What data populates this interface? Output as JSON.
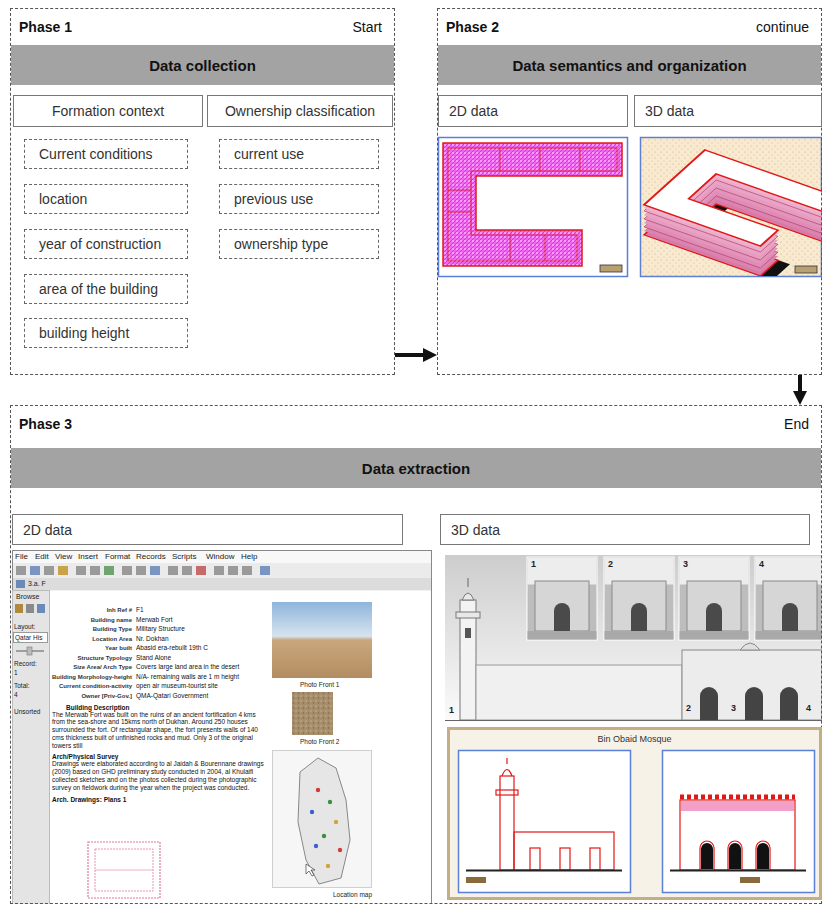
{
  "diagram": {
    "nodes": [
      {
        "text": [
          "Phase 1",
          "Start"
        ]
      },
      {
        "text": [
          "Data collection"
        ],
        "in": 0
      },
      {
        "text": [
          "Formation context"
        ],
        "in": 0
      },
      {
        "text": [
          "Ownership classification"
        ],
        "in": 0
      },
      {
        "text": [
          "Current conditions"
        ],
        "in": 0
      },
      {
        "text": [
          "location"
        ],
        "in": 0
      },
      {
        "text": [
          "year of construction"
        ],
        "in": 0
      },
      {
        "text": [
          "area of the building"
        ],
        "in": 0
      },
      {
        "text": [
          "building height"
        ],
        "in": 0
      },
      {
        "text": [
          "current use"
        ],
        "in": 0
      },
      {
        "text": [
          "previous use"
        ],
        "in": 0
      },
      {
        "text": [
          "ownership type"
        ],
        "in": 0
      },
      {
        "text": [
          "Phase 2",
          "continue"
        ]
      },
      {
        "text": [
          "Data semantics and organization"
        ],
        "in": 12
      },
      {
        "text": [
          "2D data"
        ],
        "in": 12
      },
      {
        "text": [
          "3D data"
        ],
        "in": 12
      },
      {
        "text": [
          "Phase 3",
          "End"
        ]
      },
      {
        "text": [
          "Data extraction"
        ],
        "in": 16
      },
      {
        "text": [
          "2D data"
        ],
        "in": 16
      },
      {
        "text": [
          "3D data"
        ],
        "in": 16
      },
      {
        "text": [
          "Bin Obaid Mosque"
        ],
        "in": 16
      }
    ],
    "edges": [
      {
        "from": 0,
        "to": 12,
        "arrow": "to"
      },
      {
        "from": 12,
        "to": 16,
        "arrow": "to"
      }
    ],
    "labels": [
      "File",
      "Edit",
      "View",
      "Insert",
      "Format",
      "Records",
      "Scripts",
      "Window",
      "Help",
      "3.a. F",
      "Browse",
      "Layout:",
      "Qatar His",
      "Record:",
      "1",
      "Total:",
      "4",
      "Unsorted",
      "Inh Ref #",
      "F1",
      "Building name",
      "Merwab Fort",
      "Building Type",
      "Military Structure",
      "Location Area",
      "Nr. Dokhan",
      "Year built",
      "Abasid era-rebuilt 19th C",
      "Structure Typology",
      "Stand Alone",
      "Size Area/ Arch Type",
      "Covers large land area in the desert",
      "Building Morphology-height",
      "N/A- remaining walls are 1 m height",
      "Current condition-activity",
      "open air museum-tourist site",
      "Owner [Priv-Gov.]",
      "QMA-Qatari Government",
      "Building Description",
      "The Merwab Fort was built on the ruins of an ancient fortification 4 kms from the sea-shore and 15kms north of Dukhan. Around 250 houses surrounded the fort. Of rectangular shape, the fort presents walls of 140 cms thickness built of unfinished rocks and mud. Only 3 of the original towers still",
      "Arch/Physical Survey",
      "Drawings were elaborated according to al Jaidah & Bourennane drawings (2009) based on GHD preliminary study conducted in 2004, al Khulaifi collected sketches and on the photos collected during the photographic survey on fieldwork during the year when the project was conducted.",
      "Arch. Drawings: Plans 1",
      "Photo Front 1",
      "Photo Front 2",
      "Location map",
      "1",
      "2",
      "3",
      "4",
      "1",
      "2",
      "3",
      "4"
    ]
  }
}
